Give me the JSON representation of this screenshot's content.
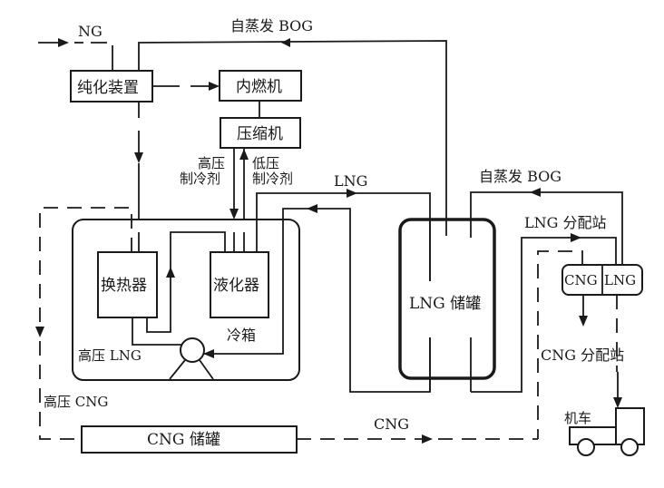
{
  "diagram": {
    "title": "LNG/CNG station process flow",
    "nodes": {
      "purifier": "纯化装置",
      "engine": "内燃机",
      "compressor": "压缩机",
      "heat_exchanger": "换热器",
      "liquefier": "液化器",
      "cold_box": "冷箱",
      "lng_tank": "LNG 储罐",
      "cng_tank": "CNG 储罐",
      "dispenser_cng": "CNG",
      "dispenser_lng": "LNG",
      "vehicle": "机车"
    },
    "labels": {
      "ng_in": "NG",
      "bog_top": "自蒸发 BOG",
      "bog_right": "自蒸发 BOG",
      "hp_refrigerant_1": "高压",
      "hp_refrigerant_2": "制冷剂",
      "lp_refrigerant_1": "低压",
      "lp_refrigerant_2": "制冷剂",
      "lng_flow": "LNG",
      "lng_station": "LNG 分配站",
      "cng_station": "CNG 分配站",
      "hp_lng": "高压 LNG",
      "hp_cng": "高压 CNG",
      "cng_flow": "CNG"
    }
  }
}
